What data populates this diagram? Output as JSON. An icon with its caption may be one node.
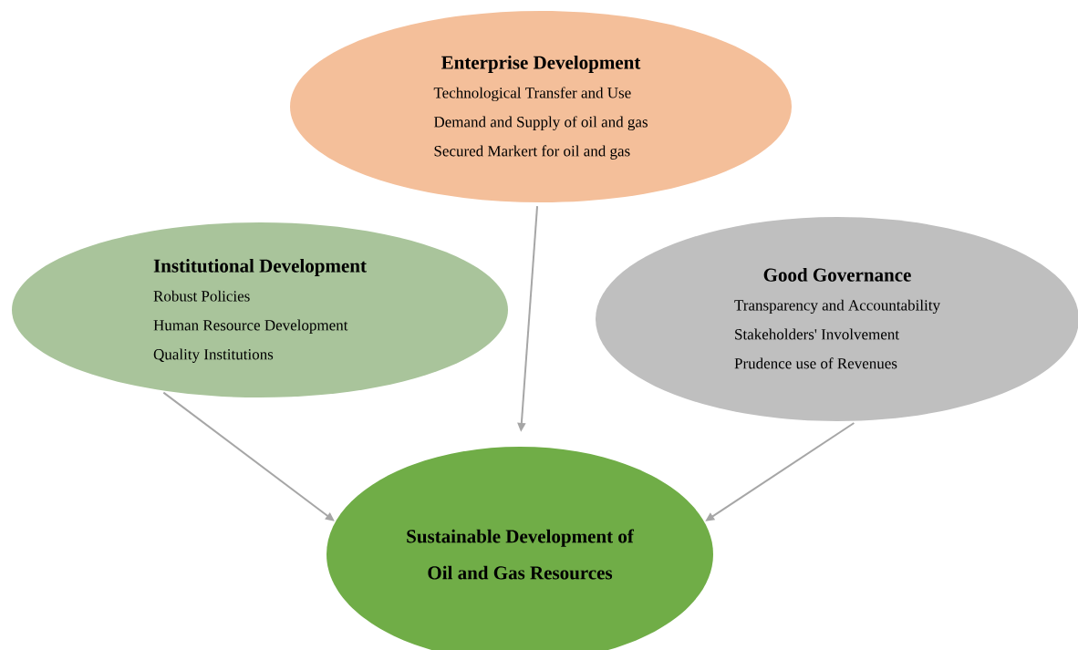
{
  "diagram": {
    "nodes": [
      {
        "text": [
          "Enterprise Development",
          "Technological Transfer and Use",
          "Demand and Supply of oil and gas",
          "Secured Markert for oil and gas"
        ]
      },
      {
        "text": [
          "Institutional Development",
          "Robust Policies",
          "Human Resource Development",
          "Quality Institutions"
        ]
      },
      {
        "text": [
          "Good Governance",
          "Transparency and Accountability",
          "Stakeholders' Involvement",
          "Prudence use of Revenues"
        ]
      },
      {
        "text": [
          "Sustainable Development of Oil and Gas Resources"
        ]
      }
    ],
    "edges": [
      {
        "from": 1,
        "to": 3,
        "arrow": "to"
      },
      {
        "from": 0,
        "to": 3,
        "arrow": "to"
      },
      {
        "from": 2,
        "to": 3,
        "arrow": "to"
      }
    ]
  }
}
